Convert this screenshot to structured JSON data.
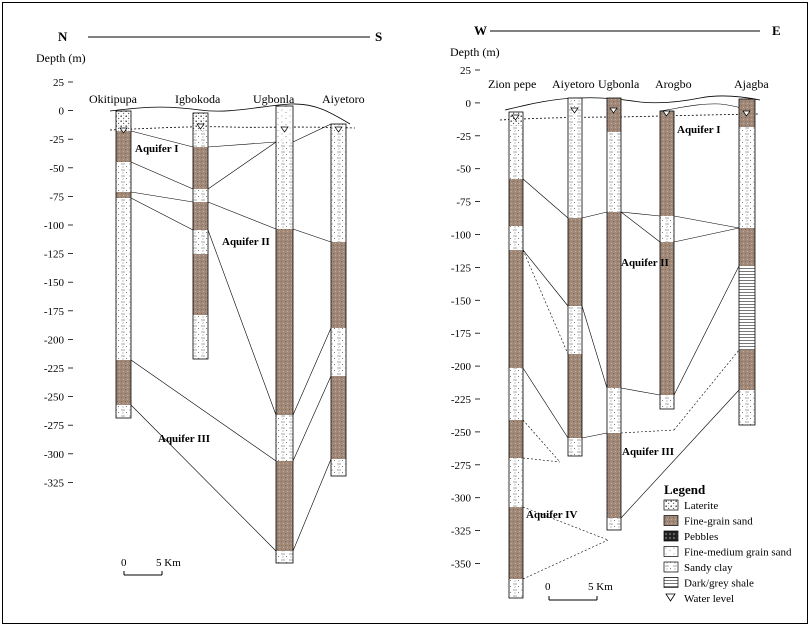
{
  "left": {
    "dir_left": "N",
    "dir_right": "S",
    "depth_label": "Depth (m)",
    "ticks": [
      "25",
      "0",
      "-25",
      "-50",
      "-75",
      "-100",
      "-125",
      "-150",
      "-175",
      "-200",
      "-225",
      "-250",
      "-275",
      "-300",
      "-325"
    ],
    "wells": [
      "Okitipupa",
      "Igbokoda",
      "Ugbonla",
      "Aiyetoro"
    ],
    "aquifers": [
      "Aquifer I",
      "Aquifer II",
      "Aquifer III"
    ],
    "scale_zero": "0",
    "scale_label": "5 Km"
  },
  "right": {
    "dir_left": "W",
    "dir_right": "E",
    "depth_label": "Depth (m)",
    "ticks": [
      "25",
      "0",
      "-25",
      "-50",
      "-75",
      "-100",
      "-125",
      "-150",
      "-175",
      "-200",
      "-225",
      "-250",
      "-275",
      "-300",
      "-325",
      "-350"
    ],
    "wells": [
      "Zion pepe",
      "Aiyetoro",
      "Ugbonla",
      "Arogbo",
      "Ajagba"
    ],
    "aquifers": [
      "Aquifer I",
      "Aquifer II",
      "Aquifer III",
      "Aquifer IV"
    ],
    "scale_zero": "0",
    "scale_label": "5 Km"
  },
  "legend": {
    "title": "Legend",
    "items": [
      "Laterite",
      "Fine-grain sand",
      "Pebbles",
      "Fine-medium grain sand",
      "Sandy clay",
      "Dark/grey shale",
      "Water level"
    ]
  },
  "colors": {
    "fine_sand": "#a08978",
    "line": "#000000",
    "frame": "#000000"
  }
}
